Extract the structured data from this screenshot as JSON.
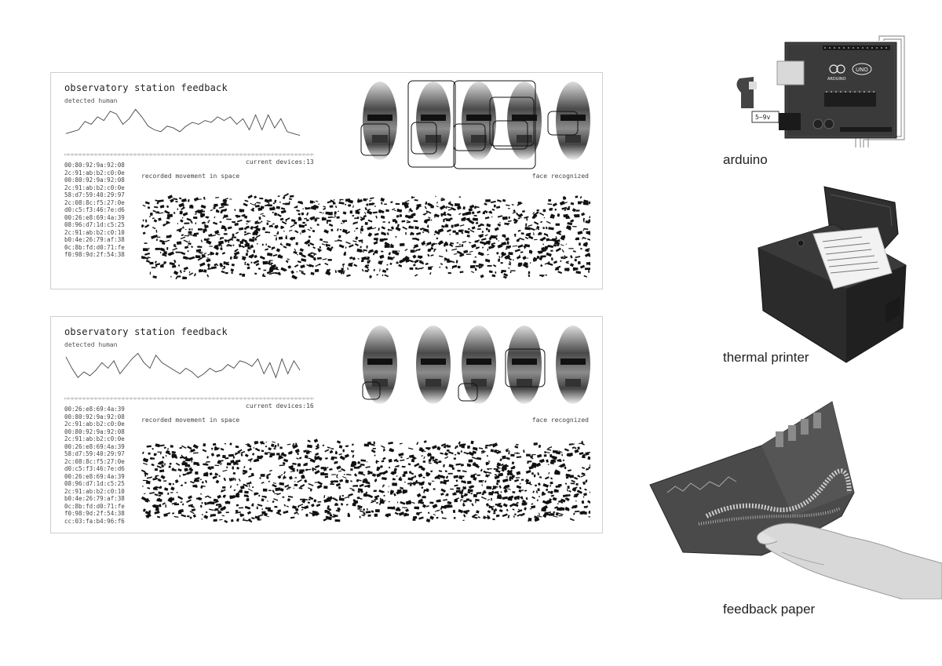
{
  "panels": [
    {
      "title": "observatory station feedback",
      "detected_label": "detected human",
      "detected_series": [
        4,
        6,
        8,
        17,
        14,
        22,
        18,
        28,
        25,
        14,
        20,
        30,
        22,
        12,
        8,
        6,
        12,
        10,
        6,
        12,
        16,
        14,
        18,
        16,
        22,
        18,
        22,
        14,
        20,
        8,
        24,
        8,
        24,
        10,
        20,
        6,
        4,
        2
      ],
      "devices_label": "current devices:13",
      "mac_addresses": [
        "00:80:92:9a:92:08",
        "2c:91:ab:b2:c0:0e",
        "00:80:92:9a:92:08",
        "2c:91:ab:b2:c0:0e",
        "58:d7:59:40:29:97",
        "2c:08:8c:f5:27:0e",
        "d0:c5:f3:46:7e:d6",
        "00:26:e8:69:4a:39",
        "08:96:d7:1d:c5:25",
        "2c:91:ab:b2:c0:10",
        "b0:4e:26:79:af:38",
        "0c:8b:fd:d0:71:fe",
        "f0:98:9d:2f:54:38"
      ],
      "movement_label": "recorded movement in space",
      "face_label": "face recognized"
    },
    {
      "title": "observatory station feedback",
      "detected_label": "detected human",
      "detected_series": [
        26,
        14,
        4,
        10,
        6,
        12,
        20,
        14,
        22,
        8,
        16,
        24,
        30,
        20,
        14,
        28,
        20,
        16,
        12,
        8,
        14,
        10,
        4,
        8,
        14,
        10,
        12,
        18,
        14,
        22,
        20,
        16,
        24,
        8,
        20,
        4,
        24,
        8,
        22,
        12
      ],
      "devices_label": "current devices:16",
      "mac_addresses": [
        "00:26:e8:69:4a:39",
        "00:80:92:9a:92:08",
        "2c:91:ab:b2:c0:0e",
        "00:80:92:9a:92:08",
        "2c:91:ab:b2:c0:0e",
        "00:26:e8:69:4a:39",
        "58:d7:59:40:29:97",
        "2c:08:8c:f5:27:0e",
        "d0:c5:f3:46:7e:d6",
        "00:26:e8:69:4a:39",
        "08:96:d7:1d:c5:25",
        "2c:91:ab:b2:c0:10",
        "b0:4e:26:79:af:38",
        "0c:8b:fd:d0:71:fe",
        "f0:98:9d:2f:54:38",
        "cc:03:fa:b4:96:f6"
      ],
      "movement_label": "recorded movement in space",
      "face_label": "face recognized"
    }
  ],
  "hardware": {
    "arduino_label": "arduino",
    "arduino_board_text": "UNO",
    "arduino_brand_text": "ARDUINO",
    "voltage_label": "5~9v",
    "printer_label": "thermal printer",
    "paper_label": "feedback paper"
  },
  "colors": {
    "ink": "#1c1c1c",
    "board": "#3a3a3a",
    "printer": "#2b2b2b",
    "paper": "#4a4a4a"
  },
  "icons": [
    "arduino-board-icon",
    "thermal-printer-icon",
    "feedback-paper-icon",
    "hand-icon",
    "power-plug-icon"
  ]
}
